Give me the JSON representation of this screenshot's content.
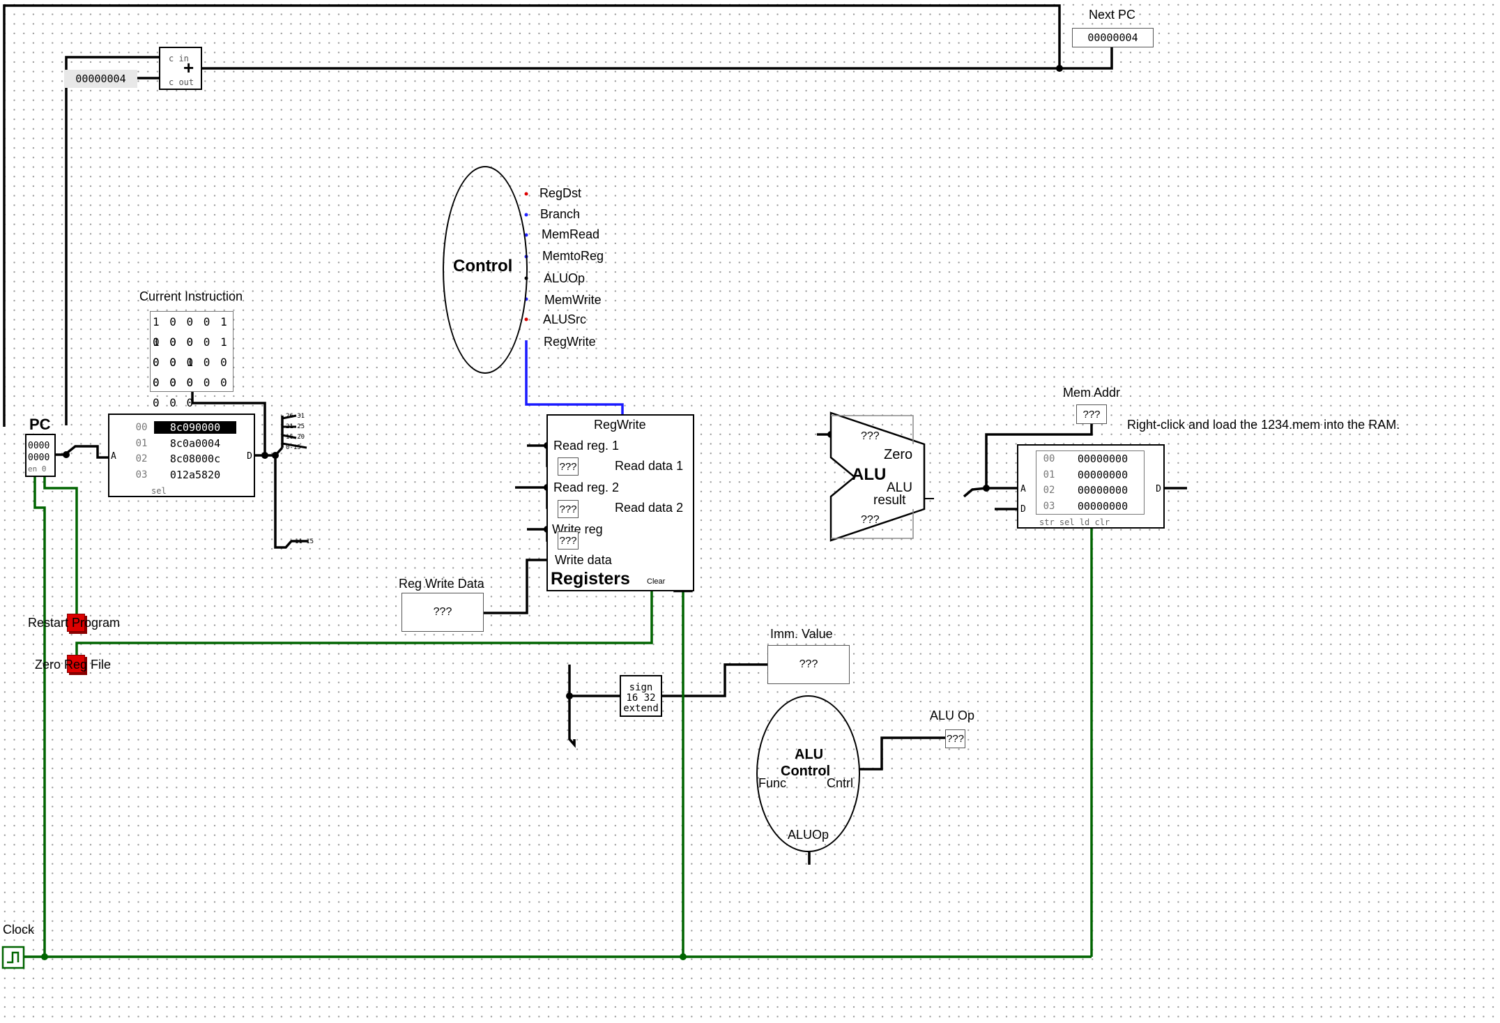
{
  "labels": {
    "next_pc": "Next PC",
    "pc": "PC",
    "current_instruction": "Current Instruction",
    "reg_write_data": "Reg Write Data",
    "restart_program": "Restart Program",
    "zero_reg_file": "Zero Reg File",
    "clock": "Clock",
    "imm_value": "Imm. Value",
    "alu_op": "ALU Op",
    "mem_addr": "Mem Addr",
    "ram_hint": "Right-click and load the 1234.mem into the RAM."
  },
  "values": {
    "next_pc": "00000004",
    "constant_four": "00000004",
    "reg_write_data": "???",
    "imm_value": "???",
    "alu_op": "???",
    "mem_addr": "???"
  },
  "adder": {
    "c_in": "c in",
    "plus": "+",
    "c_out": "c out"
  },
  "pc_register": {
    "line1": "0000",
    "line2": "0000",
    "bottom": "en 0"
  },
  "instruction_bits": [
    "1 0 0 0 1 1 0 0",
    "0 0 0 0 1 0 0 1",
    "0 0 0 0 0 0 0 0",
    "0 0 0 0 0 0 0 0"
  ],
  "instruction_memory": {
    "rows": [
      {
        "addr": "00",
        "value": "8c090000",
        "selected": true
      },
      {
        "addr": "01",
        "value": "8c0a0004",
        "selected": false
      },
      {
        "addr": "02",
        "value": "8c08000c",
        "selected": false
      },
      {
        "addr": "03",
        "value": "012a5820",
        "selected": false
      }
    ],
    "port_a": "A",
    "port_d": "D",
    "sel": "sel"
  },
  "control": {
    "title": "Control",
    "signals": [
      "RegDst",
      "Branch",
      "MemRead",
      "MemtoReg",
      "ALUOp",
      "MemWrite",
      "ALUSrc",
      "RegWrite"
    ]
  },
  "registers": {
    "title": "Registers",
    "regwrite": "RegWrite",
    "read_reg_1": "Read reg. 1",
    "read_reg_2": "Read reg. 2",
    "write_reg": "Write reg",
    "write_data": "Write data",
    "read_data_1": "Read data 1",
    "read_data_2": "Read data 2",
    "clear": "Clear",
    "probe1": "???",
    "probe2": "???",
    "probe3": "???"
  },
  "alu": {
    "title": "ALU",
    "zero": "Zero",
    "result_1": "ALU",
    "result_2": "result",
    "in_a": "???",
    "in_b": "???"
  },
  "sign_extend": {
    "line1": "sign",
    "line2": "16  32",
    "line3": "extend"
  },
  "alu_control": {
    "title_1": "ALU",
    "title_2": "Control",
    "func": "Func",
    "cntrl": "Cntrl",
    "aluop": "ALUOp"
  },
  "data_memory": {
    "rows": [
      {
        "addr": "00",
        "value": "00000000"
      },
      {
        "addr": "01",
        "value": "00000000"
      },
      {
        "addr": "02",
        "value": "00000000"
      },
      {
        "addr": "03",
        "value": "00000000"
      }
    ],
    "port_a": "A",
    "port_d_in": "D",
    "port_d_out": "D",
    "bottom": "str sel  ld clr"
  },
  "splitter_bits": [
    "26-31",
    "21-25",
    "16-20",
    "0-15",
    "11-15"
  ],
  "colors": {
    "wire": "#000000",
    "wire_green": "#006400",
    "wire_blue": "#1a1aff",
    "button_red": "#dd0000",
    "pin_blue": "#2222ff",
    "pin_red": "#dd0000"
  }
}
